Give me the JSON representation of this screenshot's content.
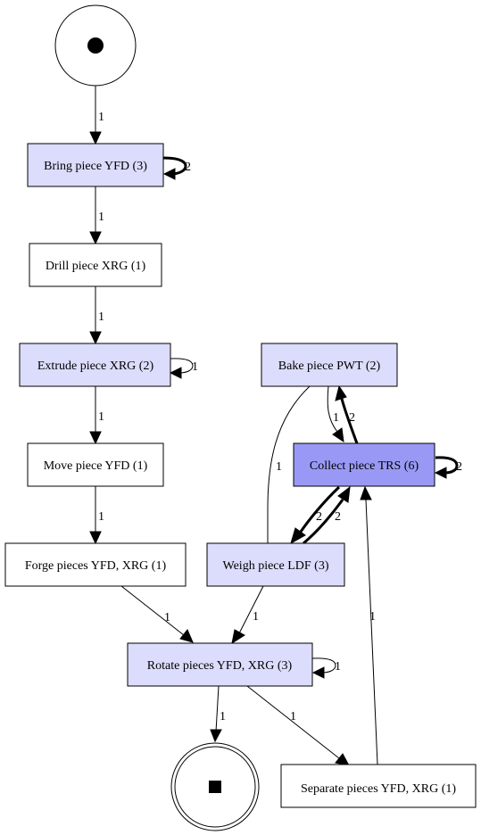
{
  "colors": {
    "light_fill": "#dcdcfc",
    "dark_fill": "#9999f5",
    "plain_fill": "#ffffff",
    "stroke": "#000000"
  },
  "nodes": {
    "start": {
      "label": ""
    },
    "bring": {
      "label": "Bring piece YFD (3)"
    },
    "drill": {
      "label": "Drill piece XRG (1)"
    },
    "extrude": {
      "label": "Extrude piece XRG (2)"
    },
    "move": {
      "label": "Move piece YFD (1)"
    },
    "forge": {
      "label": "Forge pieces YFD, XRG (1)"
    },
    "bake": {
      "label": "Bake piece PWT (2)"
    },
    "collect": {
      "label": "Collect piece TRS (6)"
    },
    "weigh": {
      "label": "Weigh piece LDF (3)"
    },
    "rotate": {
      "label": "Rotate pieces YFD, XRG (3)"
    },
    "separate": {
      "label": "Separate pieces YFD, XRG (1)"
    },
    "end": {
      "label": ""
    }
  },
  "edges": {
    "start_bring": "1",
    "bring_self": "2",
    "bring_drill": "1",
    "drill_extrude": "1",
    "extrude_self": "1",
    "extrude_move": "1",
    "move_forge": "1",
    "forge_rotate": "1",
    "bake_weigh": "1",
    "bake_collect": "1",
    "collect_bake": "2",
    "collect_self": "2",
    "collect_weigh": "2",
    "weigh_collect": "2",
    "weigh_rotate": "1",
    "rotate_self": "1",
    "rotate_end": "1",
    "rotate_separate": "1",
    "separate_collect": "1"
  }
}
